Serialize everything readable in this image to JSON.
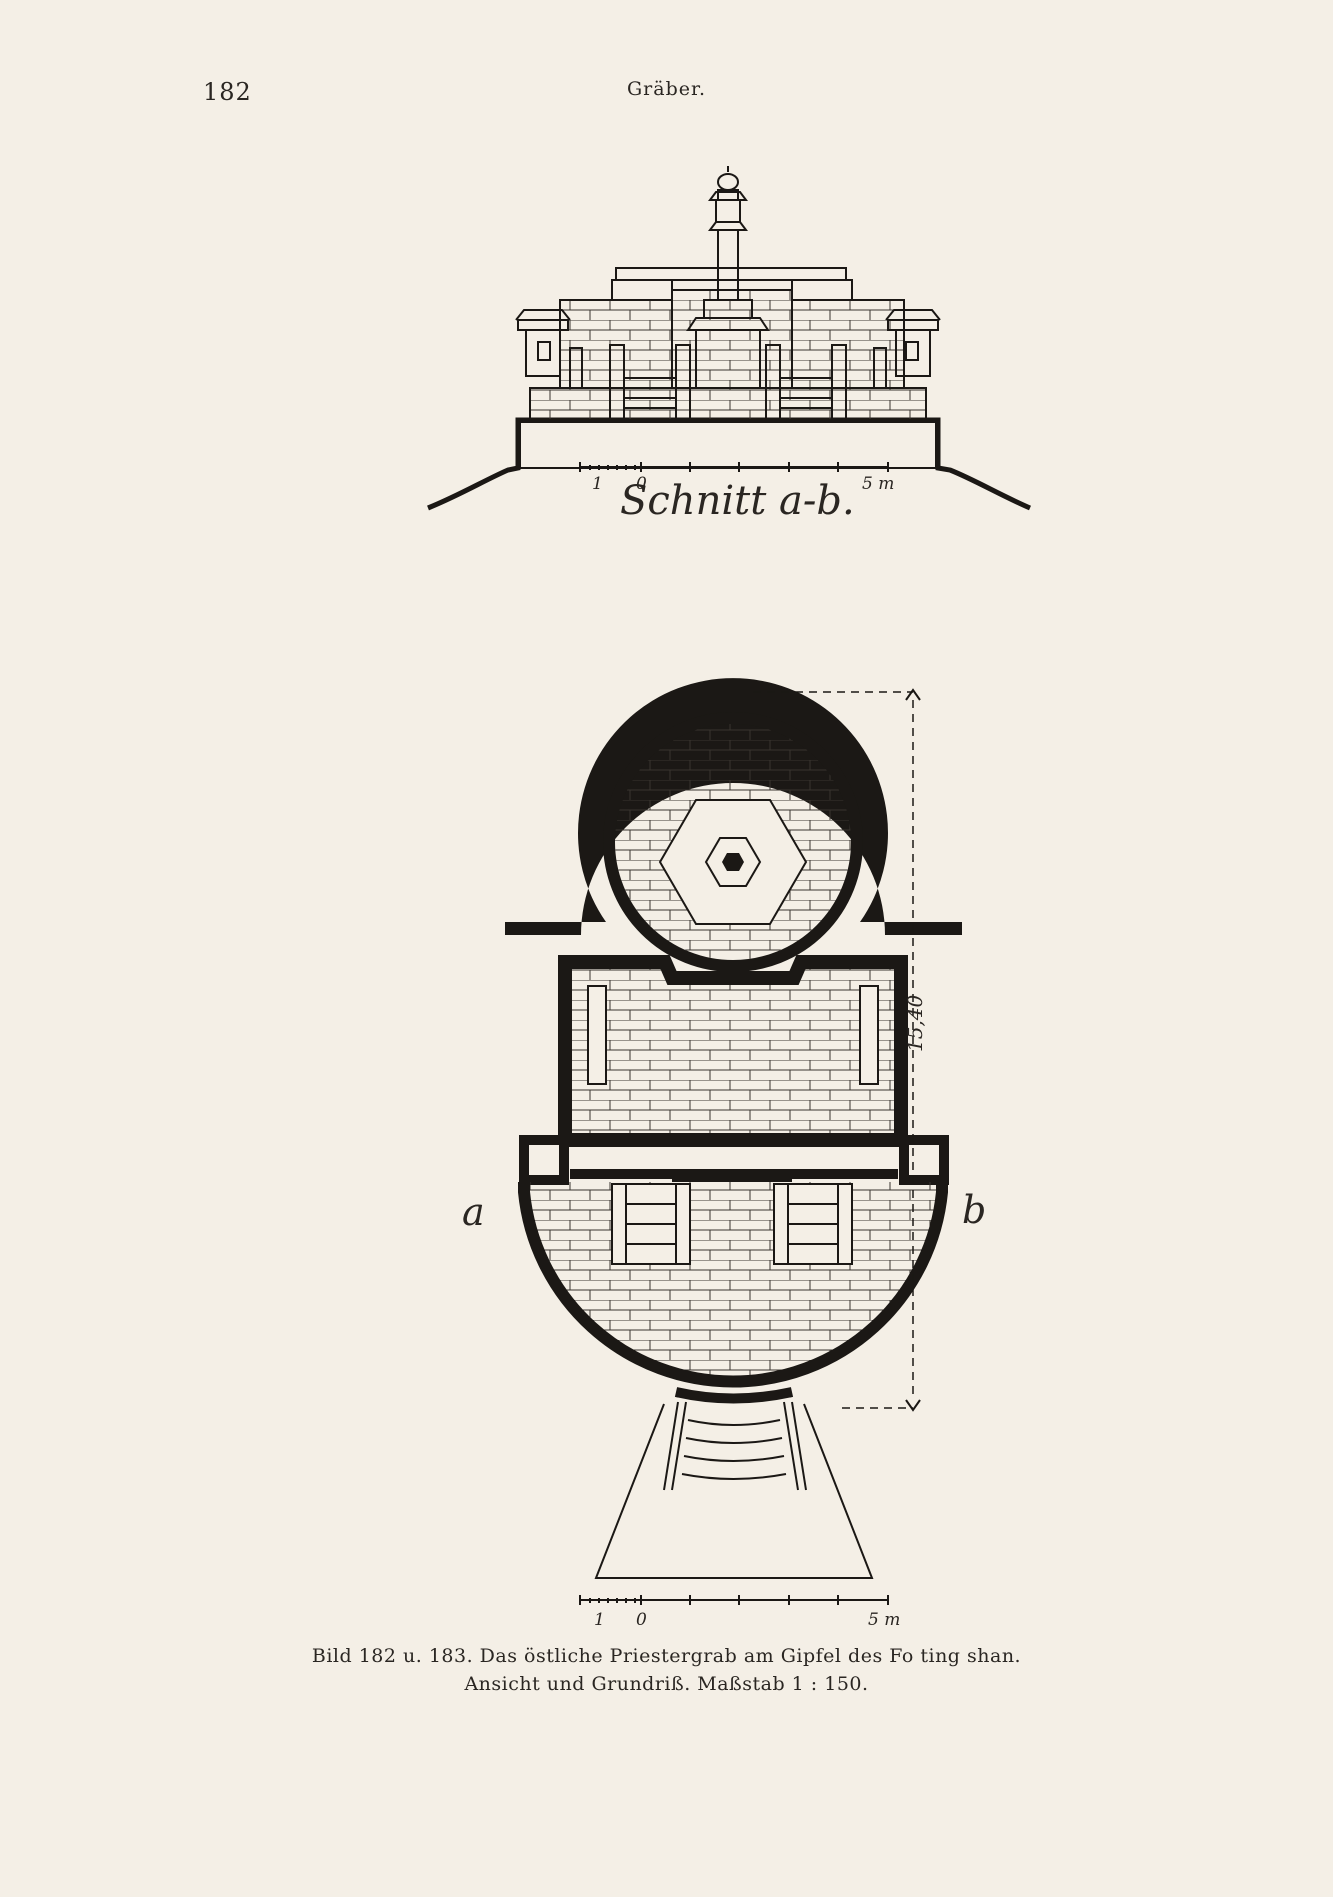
{
  "page": {
    "number": "182",
    "running_head": "Gräber."
  },
  "section_drawing": {
    "title": "Schnitt a-b.",
    "scale": {
      "left": "1",
      "zero": "0",
      "right": "5 m"
    }
  },
  "plan_drawing": {
    "side_a": "a",
    "side_b": "b",
    "dimension": "15,40",
    "scale": {
      "left": "1",
      "zero": "0",
      "right": "5 m"
    }
  },
  "caption": {
    "line1": "Bild 182 u. 183. Das östliche Priestergrab am Gipfel des Fo ting shan.",
    "line2": "Ansicht und Grundriß. Maßstab 1 : 150."
  },
  "colors": {
    "paper": "#f4efe6",
    "ink": "#1b1815"
  }
}
